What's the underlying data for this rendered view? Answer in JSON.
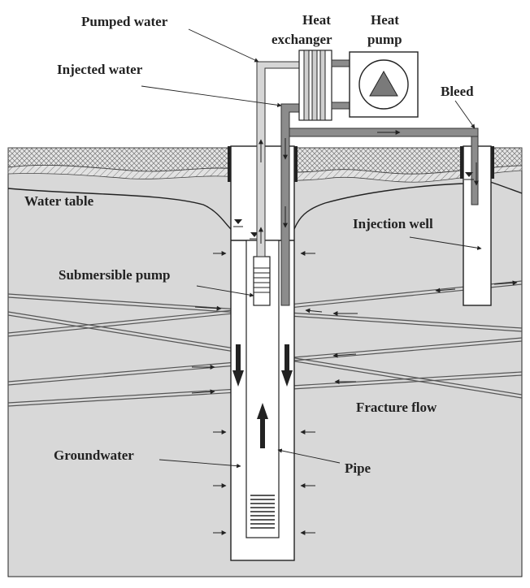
{
  "labels": {
    "pumped_water": "Pumped water",
    "heat_exchanger_line1": "Heat",
    "heat_exchanger_line2": "exchanger",
    "heat_pump_line1": "Heat",
    "heat_pump_line2": "pump",
    "injected_water": "Injected water",
    "bleed": "Bleed",
    "water_table": "Water table",
    "injection_well": "Injection well",
    "submersible_pump": "Submersible pump",
    "fracture_flow": "Fracture flow",
    "groundwater": "Groundwater",
    "pipe": "Pipe"
  },
  "colors": {
    "ground": "#d8d8d8",
    "surface_hatch": "#9a9a9a",
    "pumped_pipe": "#d6d6d6",
    "injected_pipe": "#8c8c8c",
    "outline": "#2a2a2a",
    "well_fill": "#ffffff",
    "pump_triangle": "#7a7a7a"
  }
}
